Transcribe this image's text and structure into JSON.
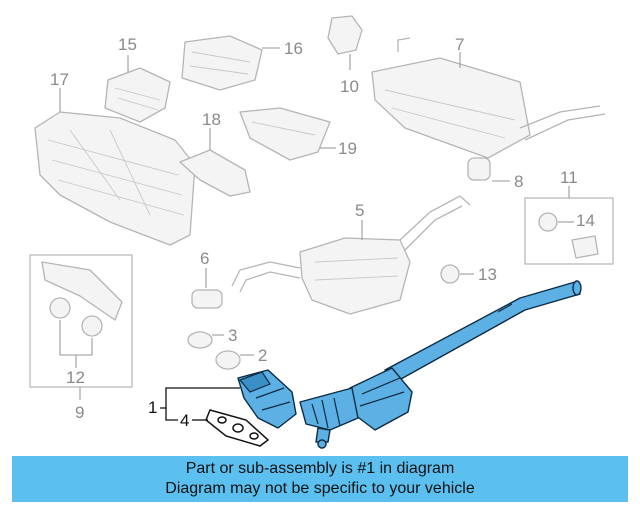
{
  "diagram": {
    "callouts": {
      "c1": "1",
      "c2": "2",
      "c3": "3",
      "c4": "4",
      "c5": "5",
      "c6": "6",
      "c7": "7",
      "c8": "8",
      "c9": "9",
      "c10": "10",
      "c11": "11",
      "c12": "12",
      "c13": "13",
      "c14": "14",
      "c15": "15",
      "c16": "16",
      "c17": "17",
      "c18": "18",
      "c19": "19"
    },
    "highlighted_part": "1",
    "colors": {
      "highlight": "#5db0e3",
      "outline_highlight": "#0b2b44",
      "faded": "#b5b5b5",
      "banner": "#5bc0f0"
    }
  },
  "banner": {
    "line1": "Part or sub-assembly is #1 in diagram",
    "line2": "Diagram may not be specific to your vehicle"
  }
}
